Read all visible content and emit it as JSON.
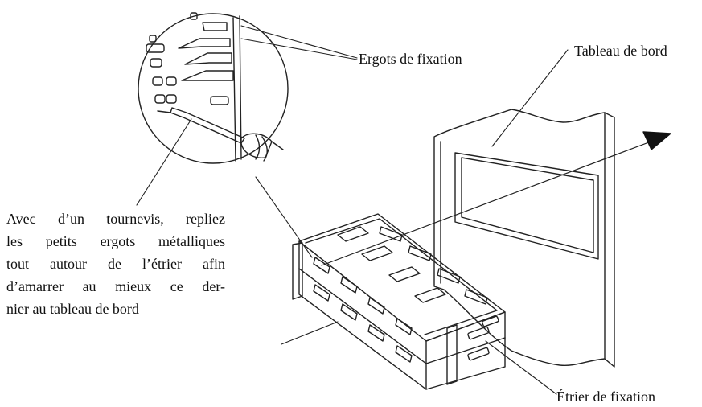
{
  "labels": {
    "ergots": "Ergots de fixation",
    "tableau": "Tableau de bord",
    "etrier": "Étrier de fixation"
  },
  "instructions": {
    "lines": [
      "Avec d’un tournevis, repliez",
      "les petits ergots métalliques",
      "tout autour de l’étrier afin",
      "d’amarrer au mieux ce der-",
      "nier au tableau de bord"
    ]
  }
}
